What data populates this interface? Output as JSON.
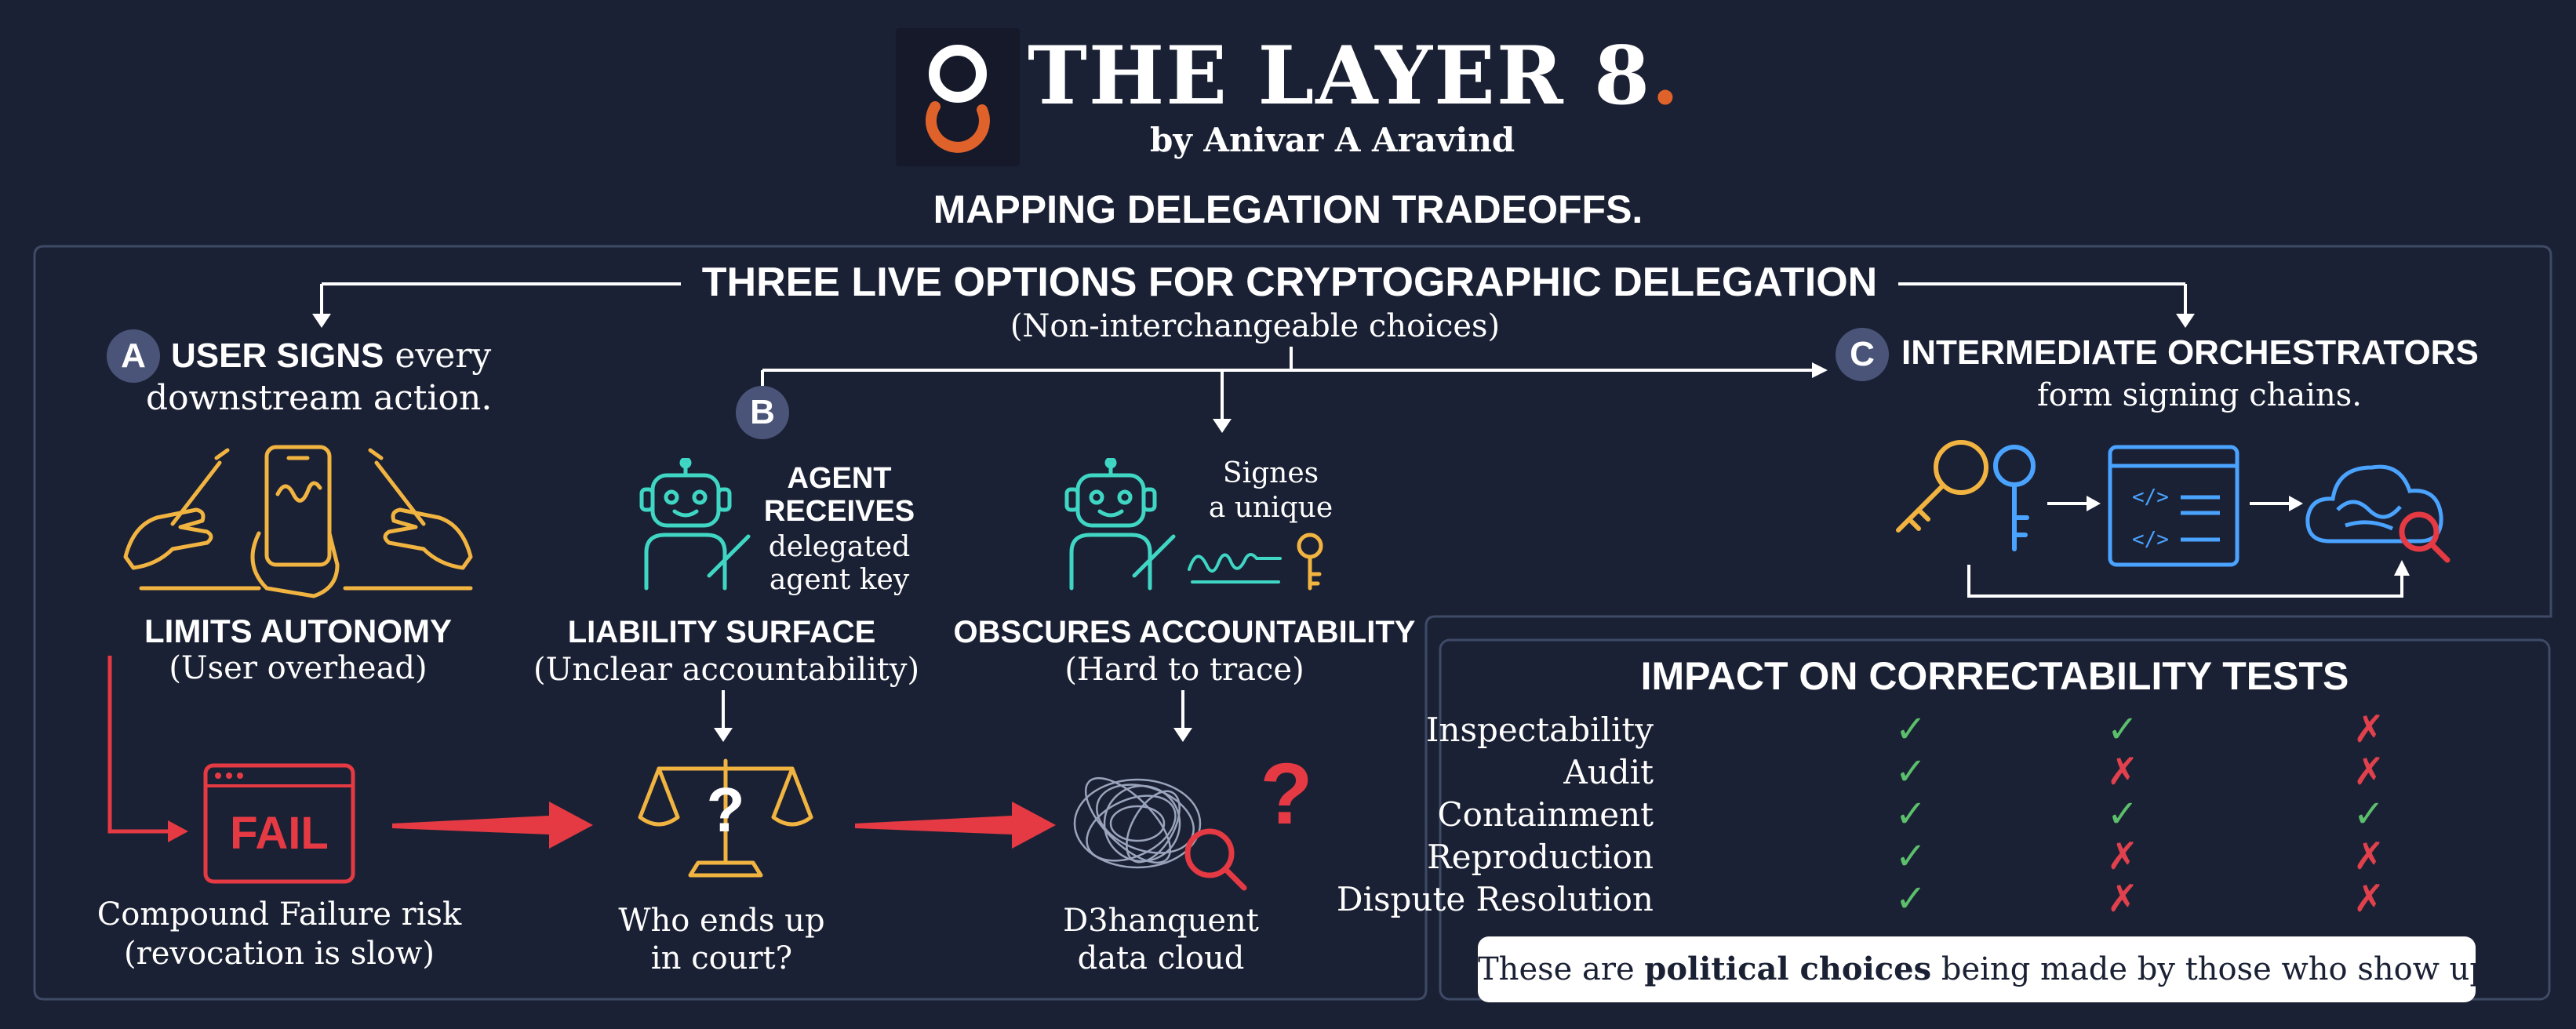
{
  "brand": {
    "logo_glyph": "8",
    "title": "THE LAYER 8",
    "title_dot": ".",
    "byline": "by Anivar A Aravind"
  },
  "subtitle": "MAPPING DELEGATION TRADEOFFS.",
  "options": {
    "heading": "THREE LIVE OPTIONS FOR CRYPTOGRAPHIC DELEGATION",
    "subheading": "(Non-interchangeable choices)"
  },
  "option_a": {
    "badge": "A",
    "title_bold": "USER SIGNS",
    "title_rest": " every",
    "title_line2": "downstream action.",
    "consequence": "LIMITS AUTONOMY",
    "consequence_note": "(User overhead)",
    "outcome_badge": "FAIL",
    "outcome_line1": "Compound Failure risk",
    "outcome_line2": "(revocation is slow)"
  },
  "option_b": {
    "badge": "B",
    "agent_line1": "AGENT",
    "agent_line2": "RECEIVES",
    "agent_line3": "delegated",
    "agent_line4": "agent key",
    "signs_line1": "Signes",
    "signs_line2": "a unique",
    "liability": "LIABILITY SURFACE",
    "liability_note": "(Unclear accountability)",
    "obscures": "OBSCURES ACCOUNTABILITY",
    "obscures_note": "(Hard to trace)",
    "court_line1": "Who ends up",
    "court_line2": "in court?",
    "cloud_line1": "D3hanquent",
    "cloud_line2": "data cloud"
  },
  "option_c": {
    "badge": "C",
    "title": "INTERMEDIATE ORCHESTRATORS",
    "title_line2": "form signing chains."
  },
  "impact": {
    "heading": "IMPACT ON CORRECTABILITY TESTS",
    "rows": [
      {
        "label": "Inspectability",
        "a": "✓",
        "b": "✓",
        "c": "✗"
      },
      {
        "label": "Audit",
        "a": "✓",
        "b": "✗",
        "c": "✗"
      },
      {
        "label": "Containment",
        "a": "✓",
        "b": "✓",
        "c": "✓"
      },
      {
        "label": "Reproduction",
        "a": "✓",
        "b": "✗",
        "c": "✗"
      },
      {
        "label": "Dispute Resolution",
        "a": "✓",
        "b": "✗",
        "c": "✗"
      }
    ],
    "footer_pre": "These are ",
    "footer_bold": "political choices",
    "footer_post": " being made by those who show up."
  },
  "colors": {
    "background": "#1b2134",
    "panel_border": "#3e4a66",
    "accent_orange": "#e0622b",
    "neon_yellow": "#f2b441",
    "neon_teal": "#3fd6c4",
    "neon_blue": "#4aa3ff",
    "neon_red": "#e53a43",
    "check_green": "#5bbf6b",
    "cross_red": "#e0414c"
  },
  "icons": [
    "signing-hand-icon",
    "phone-signature-icon",
    "robot-icon",
    "pen-icon",
    "signature-key-icon",
    "key-icon",
    "code-window-icon",
    "cloud-search-icon",
    "fail-window-icon",
    "scales-question-icon",
    "tangled-data-icon",
    "magnifier-icon"
  ]
}
